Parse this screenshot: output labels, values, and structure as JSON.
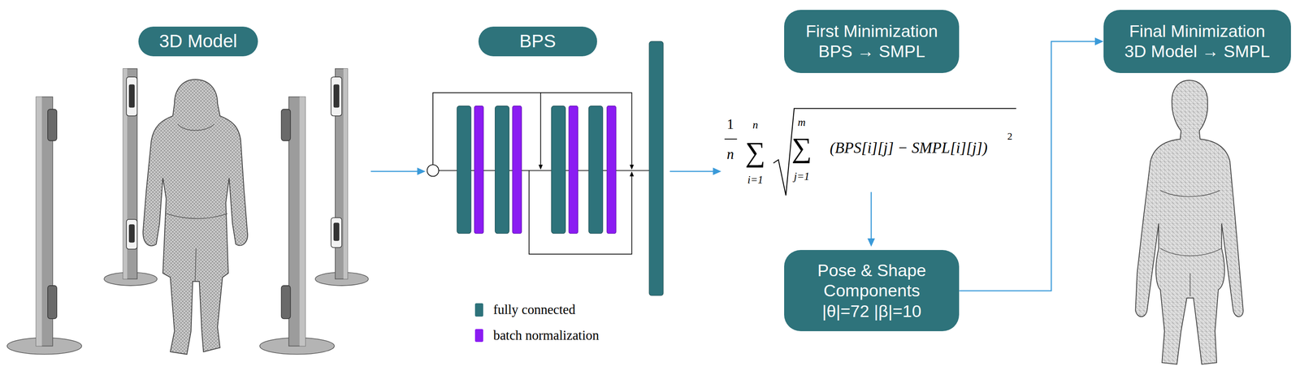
{
  "diagram": {
    "nodes": [
      {
        "text": [
          "3D Model"
        ]
      },
      {
        "text": [
          "BPS"
        ]
      },
      {
        "text": [
          "First Minimization",
          "BPS → SMPL"
        ]
      },
      {
        "text": [
          "Pose & Shape Components",
          "|θ|=72 |β|=10"
        ]
      },
      {
        "text": [
          "Final Minimization",
          "3D Model → SMPL"
        ]
      }
    ],
    "edges": [
      {
        "from": 3,
        "to": 4,
        "arrow": "to"
      }
    ],
    "labels": [
      "1",
      "n",
      "n",
      "∑",
      "i=1",
      "m",
      "∑",
      "j=1",
      "(BPS[i][j] − SMPL[i][j])",
      "2"
    ],
    "legend": [
      {
        "text": "fully connected",
        "color": "#2e737b"
      },
      {
        "text": "batch normalization",
        "color": "#8b1cf2"
      }
    ]
  }
}
